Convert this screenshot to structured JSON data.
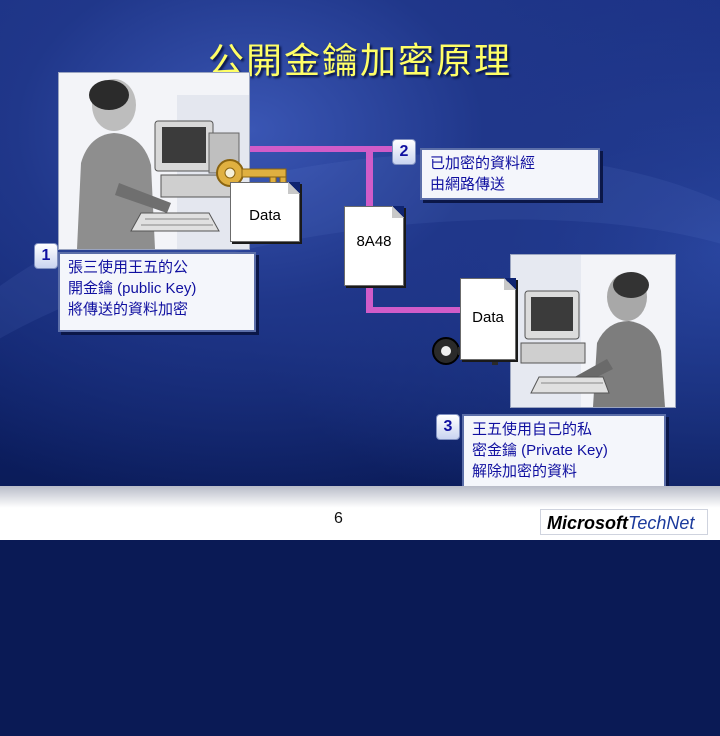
{
  "title": "公開金鑰加密原理",
  "steps": {
    "step1": {
      "number": "1",
      "line1": "張三使用王五的公",
      "line2_cjk": "開金鑰",
      "line2_latin": " (public Key)",
      "line3": "將傳送的資料加密"
    },
    "step2": {
      "number": "2",
      "line1": "已加密的資料經",
      "line2": "由網路傳送"
    },
    "step3": {
      "number": "3",
      "line1": "王五使用自己的私",
      "line2_cjk": "密金鑰",
      "line2_latin": " (Private Key)",
      "line3": "解除加密的資料"
    }
  },
  "documents": {
    "plain_sender": "Data",
    "encrypted": "8A48",
    "plain_receiver": "Data"
  },
  "colors": {
    "title": "#ffff66",
    "wire": "#d05cc8",
    "box_text": "#1010a0"
  },
  "footer": {
    "page_number": "6",
    "logo_microsoft": "Microsoft",
    "logo_technet": "TechNet"
  }
}
